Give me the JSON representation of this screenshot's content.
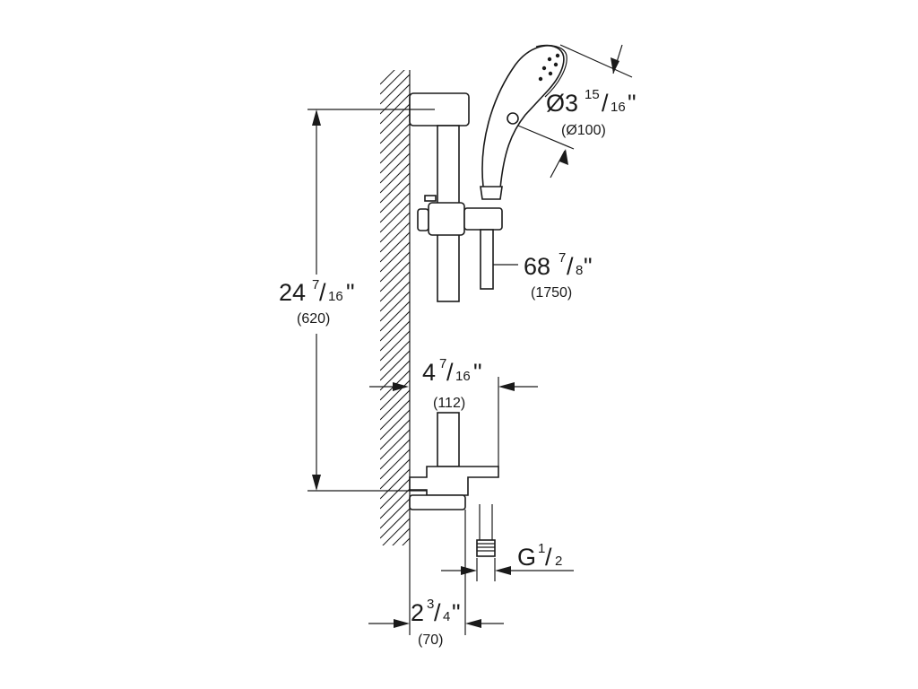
{
  "dimensions": {
    "rail_length": {
      "whole": "24",
      "num": "7",
      "den": "16",
      "unit": "\"",
      "metric": "(620)"
    },
    "hand_shower_diameter": {
      "symbol": "Ø3",
      "num": "15",
      "den": "16",
      "unit": "\"",
      "metric": "(Ø100)"
    },
    "hose_length": {
      "whole": "68",
      "num": "7",
      "den": "8",
      "unit": "\"",
      "metric": "(1750)"
    },
    "bracket_projection": {
      "whole": "4",
      "num": "7",
      "den": "16",
      "unit": "\"",
      "metric": "(112)"
    },
    "connection_thread": {
      "prefix": "G",
      "num": "1",
      "den": "2"
    },
    "wall_offset": {
      "whole": "2",
      "num": "3",
      "den": "4",
      "unit": "\"",
      "metric": "(70)"
    }
  }
}
